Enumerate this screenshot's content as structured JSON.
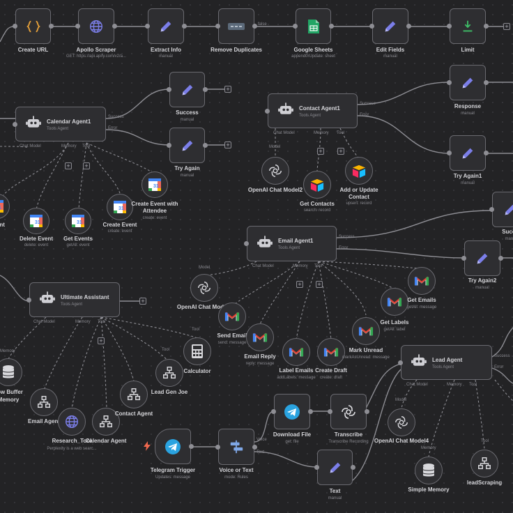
{
  "colors": {
    "canvas": "#232325",
    "node": "#2e2e31",
    "border": "#6a6a70",
    "wire": "#8e8e94",
    "pencil": "#7b7ee8",
    "sheets": "#22a565",
    "limit": "#3fbf68",
    "telegram": "#2aa3e0",
    "trigger": "#f0684e",
    "gmail_red": "#e54335",
    "code": "#e8a23a"
  },
  "nodes": {
    "create_url": {
      "label": "Create URL",
      "icon": "code-braces-icon"
    },
    "apollo": {
      "label": "Apollo Scraper",
      "sub": "GET: https://api.apify.com/v2/a...",
      "icon": "globe-icon"
    },
    "extract": {
      "label": "Extract Info",
      "sub": "manual",
      "icon": "pencil-icon"
    },
    "remove_dup": {
      "label": "Remove Duplicates",
      "icon": "remove-duplicates-icon"
    },
    "sheets": {
      "label": "Google Sheets",
      "sub": "append0rUpdate: sheet",
      "icon": "google-sheets-icon"
    },
    "edit_fields": {
      "label": "Edit Fields",
      "sub": "manual",
      "icon": "pencil-icon"
    },
    "limit": {
      "label": "Limit",
      "icon": "limit-icon"
    },
    "calendar_agent": {
      "label": "Calendar Agent1",
      "sub": "Tools Agent"
    },
    "success1": {
      "label": "Success",
      "sub": "manual"
    },
    "try_again": {
      "label": "Try Again",
      "sub": "manual"
    },
    "contact_agent": {
      "label": "Contact Agent1",
      "sub": "Tools Agent"
    },
    "response": {
      "label": "Response",
      "sub": "manual"
    },
    "try_again1": {
      "label": "Try Again1",
      "sub": "manual"
    },
    "openai2": {
      "label": "OpenAI Chat Model2"
    },
    "get_contacts": {
      "label": "Get Contacts",
      "sub": "search: record"
    },
    "add_update": {
      "label": "Add or Update",
      "label2": "Contact",
      "sub": "upsert: record"
    },
    "event_partial": {
      "label": "Event"
    },
    "delete_event": {
      "label": "Delete Event",
      "sub": "delete: event"
    },
    "get_events": {
      "label": "Get Events",
      "sub": "getAll: event"
    },
    "create_event": {
      "label": "Create Event",
      "sub": "create: event"
    },
    "create_event_att": {
      "label": "Create Event with",
      "label2": "Attendee",
      "sub": "create: event"
    },
    "success_partial": {
      "label": "Succe",
      "sub": "manu"
    },
    "email_agent": {
      "label": "Email Agent1",
      "sub": "Tools Agent"
    },
    "try_again2": {
      "label": "Try Again2",
      "sub": "manual"
    },
    "openai3": {
      "label": "OpenAI Chat Model3"
    },
    "send_email": {
      "label": "Send Email",
      "sub": "send: message"
    },
    "email_reply": {
      "label": "Email Reply",
      "sub": "reply: message"
    },
    "label_emails": {
      "label": "Label Emails",
      "sub": "addLabels: message"
    },
    "create_draft": {
      "label": "Create Draft",
      "sub": "create: draft"
    },
    "mark_unread": {
      "label": "Mark Unread",
      "sub": "markAsUnread: message"
    },
    "get_labels": {
      "label": "Get Labels",
      "sub": "getAll: label"
    },
    "get_emails": {
      "label": "Get Emails",
      "sub": "getAll: message"
    },
    "ultimate": {
      "label": "Ultimate Assistant",
      "sub": "Tools Agent"
    },
    "window_memory": {
      "label": "dow Buffer",
      "label2": "Memory"
    },
    "email_agent_tool": {
      "label": "Email Agent"
    },
    "research": {
      "label": "Research_Tool",
      "sub": "Perplexity is a web searc..."
    },
    "calendar_agent_tool": {
      "label": "Calendar Agent"
    },
    "contact_agent_tool": {
      "label": "Contact Agent"
    },
    "lead_gen": {
      "label": "Lead Gen Joe"
    },
    "calculator": {
      "label": "Calculator"
    },
    "lead_agent": {
      "label": "Lead Agent",
      "sub": "Tools Agent"
    },
    "openai4": {
      "label": "OpenAI Chat Model4"
    },
    "simple_memory": {
      "label": "Simple Memory"
    },
    "lead_scraping": {
      "label": "leadScraping"
    },
    "telegram_trigger": {
      "label": "Telegram Trigger",
      "sub": "Updates: message"
    },
    "voice_or_text": {
      "label": "Voice or Text",
      "sub": "mode: Rules"
    },
    "download_file": {
      "label": "Download File",
      "sub": "get: file"
    },
    "transcribe": {
      "label": "Transcribe",
      "sub": "Transcribe Recording"
    },
    "text": {
      "label": "Text",
      "sub": "manual"
    }
  },
  "ports": {
    "success": "Success",
    "error": "Error",
    "false": "false",
    "chat_model": "Chat Model",
    "memory": "Memory",
    "tool": "Tool",
    "model": "Model",
    "voice": "Voice",
    "text": "Text"
  }
}
